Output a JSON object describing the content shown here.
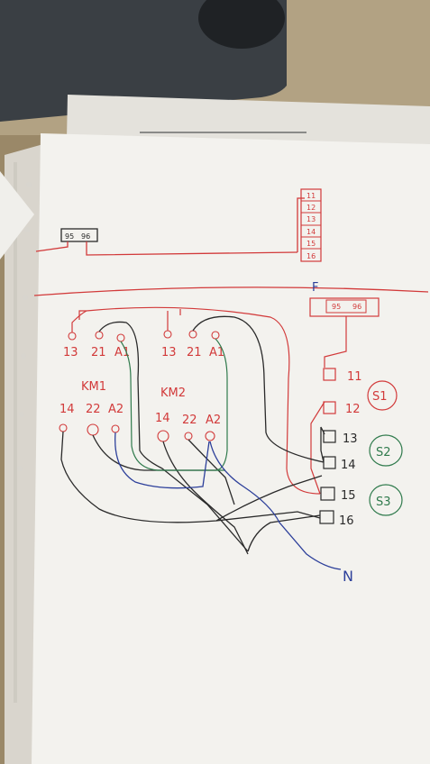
{
  "colors": {
    "desk": "#9a8868",
    "desk_light": "#b2a283",
    "mat": "#3a3f44",
    "paper": "#f3f2ee",
    "paper_shadow": "#d9d6cf",
    "red_ink": "#d23a3a",
    "black_ink": "#2a2a2a",
    "green_ink": "#2f7a4c",
    "blue_ink": "#2c3f9a"
  },
  "top_relay": {
    "label_95": "95",
    "label_96": "96"
  },
  "terminal_strip": {
    "labels": [
      "11",
      "12",
      "13",
      "14",
      "15",
      "16"
    ]
  },
  "overload_relay": {
    "name": "F",
    "label_95": "95",
    "label_96": "96"
  },
  "contactor_km1": {
    "name": "KM1",
    "top": [
      "13",
      "21",
      "A1"
    ],
    "bottom": [
      "14",
      "22",
      "A2"
    ]
  },
  "contactor_km2": {
    "name": "KM2",
    "top": [
      "13",
      "21",
      "A1"
    ],
    "bottom": [
      "14",
      "22",
      "A2"
    ]
  },
  "terminals": [
    "11",
    "12",
    "13",
    "14",
    "15",
    "16"
  ],
  "switches": [
    "S1",
    "S2",
    "S3"
  ],
  "neutral_label": "N"
}
